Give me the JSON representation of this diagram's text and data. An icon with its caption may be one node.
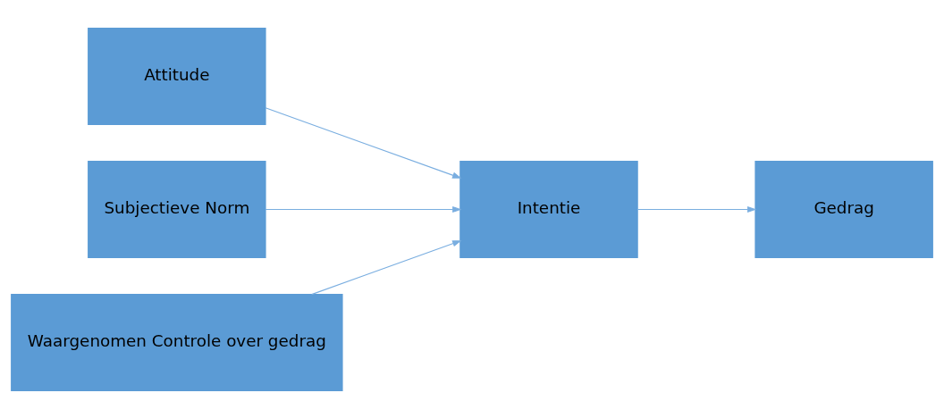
{
  "diagram": {
    "nodes": [
      {
        "text": [
          "Attitude"
        ]
      },
      {
        "text": [
          "Subjectieve Norm"
        ]
      },
      {
        "text": [
          "Waargenomen Controle over gedrag"
        ]
      },
      {
        "text": [
          "Intentie"
        ]
      },
      {
        "text": [
          "Gedrag"
        ]
      }
    ],
    "edges": [
      {
        "from": 0,
        "to": 3,
        "arrow": "to"
      },
      {
        "from": 1,
        "to": 3,
        "arrow": "to"
      },
      {
        "from": 2,
        "to": 3,
        "arrow": "to"
      },
      {
        "from": 3,
        "to": 4,
        "arrow": "to"
      }
    ]
  }
}
